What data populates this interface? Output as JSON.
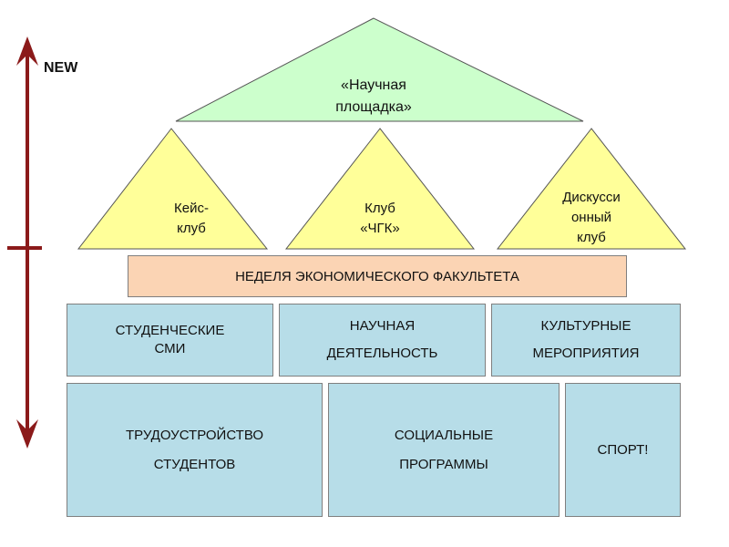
{
  "axis_label": "NEW",
  "roof": {
    "text": "«Научная\nплощадка»"
  },
  "clubs": [
    {
      "text": "Кейс-\nклуб"
    },
    {
      "text": "Клуб\n«ЧГК»"
    },
    {
      "text": "Дискусси\nонный\nклуб"
    }
  ],
  "band": {
    "text": "НЕДЕЛЯ ЭКОНОМИЧЕСКОГО ФАКУЛЬТЕТА"
  },
  "row1": [
    {
      "text": "СТУДЕНЧЕСКИЕ\nСМИ"
    },
    {
      "text": "НАУЧНАЯ\nДЕЯТЕЛЬНОСТЬ"
    },
    {
      "text": "КУЛЬТУРНЫЕ\nМЕРОПРИЯТИЯ"
    }
  ],
  "row2": [
    {
      "text": "ТРУДОУСТРОЙСТВО\nСТУДЕНТОВ"
    },
    {
      "text": "СОЦИАЛЬНЫЕ\nПРОГРАММЫ"
    },
    {
      "text": "СПОРТ!"
    }
  ],
  "colors": {
    "roof_fill": "#ccffcc",
    "club_fill": "#ffff99",
    "band_fill": "#fbd4b4",
    "box_fill": "#b7dde8",
    "axis": "#8b1a1a"
  }
}
